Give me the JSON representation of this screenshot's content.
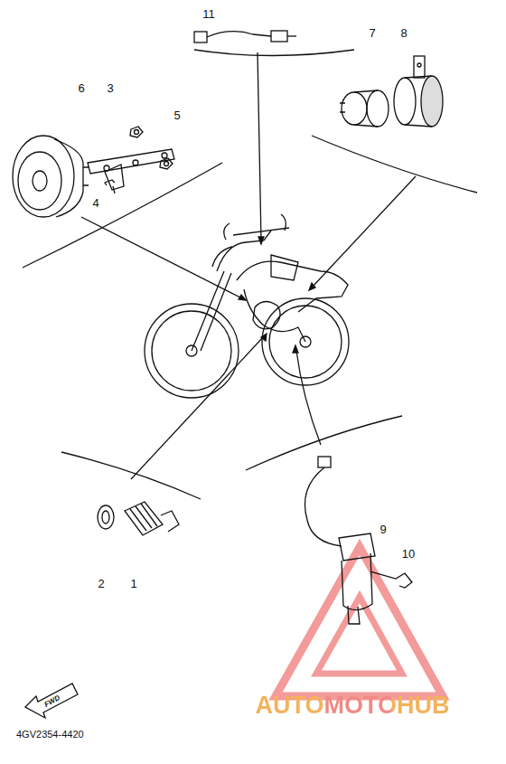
{
  "diagram": {
    "labels": [
      "11",
      "7",
      "8",
      "6",
      "3",
      "5",
      "4",
      "2",
      "1",
      "9",
      "10",
      "FWD",
      "4GV2354-4420",
      "AUTOMOTOHUB"
    ]
  }
}
